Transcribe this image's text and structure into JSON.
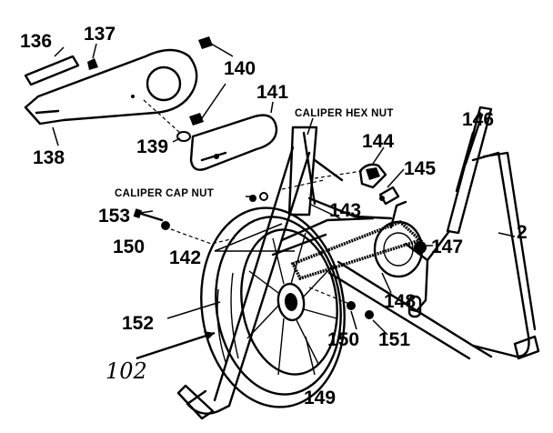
{
  "labels": {
    "p136": "136",
    "p137": "137",
    "p138": "138",
    "p139": "139",
    "p140": "140",
    "p141": "141",
    "p142": "142",
    "p143": "143",
    "p144": "144",
    "p145": "145",
    "p146": "146",
    "p147": "147",
    "p148": "148",
    "p149": "149",
    "p150a": "150",
    "p150b": "150",
    "p151": "151",
    "p152": "152",
    "p153": "153",
    "p2": "2",
    "p102": "102",
    "caliper_hex_nut": "CALIPER HEX NUT",
    "caliper_cap_nut": "CALIPER CAP NUT"
  }
}
